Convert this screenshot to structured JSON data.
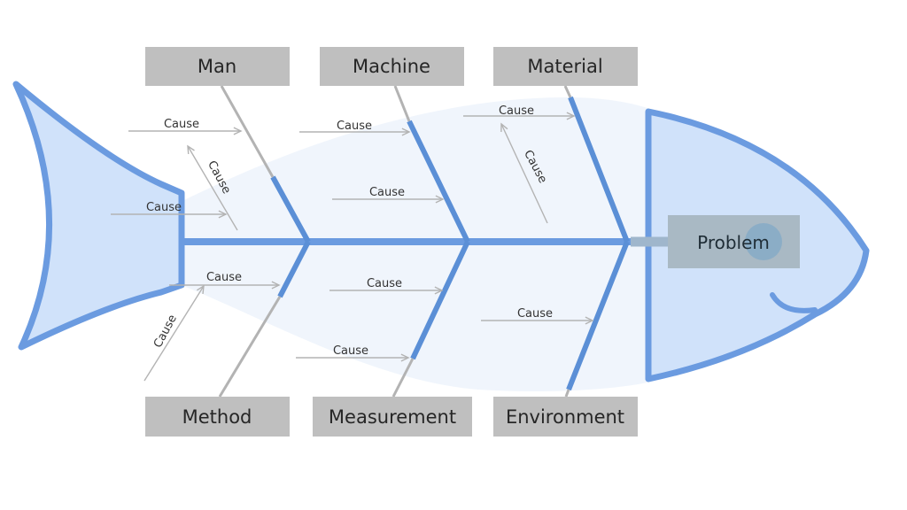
{
  "diagram": {
    "type": "fishbone",
    "problem": "Problem",
    "colors": {
      "outline": "#6b9be0",
      "fill_head_tail": "#d0e2fa",
      "body_glow": "#eef4fc",
      "category_box": "#bfbfbf",
      "problem_box": "#a9b9c4",
      "cause_arrow": "#b3b3b3"
    },
    "categories_top": [
      {
        "label": "Man",
        "causes": [
          "Cause",
          "Cause",
          "Cause"
        ]
      },
      {
        "label": "Machine",
        "causes": [
          "Cause",
          "Cause"
        ]
      },
      {
        "label": "Material",
        "causes": [
          "Cause",
          "Cause"
        ]
      }
    ],
    "categories_bottom": [
      {
        "label": "Method",
        "causes": [
          "Cause",
          "Cause"
        ]
      },
      {
        "label": "Measurement",
        "causes": [
          "Cause",
          "Cause"
        ]
      },
      {
        "label": "Environment",
        "causes": [
          "Cause"
        ]
      }
    ]
  }
}
